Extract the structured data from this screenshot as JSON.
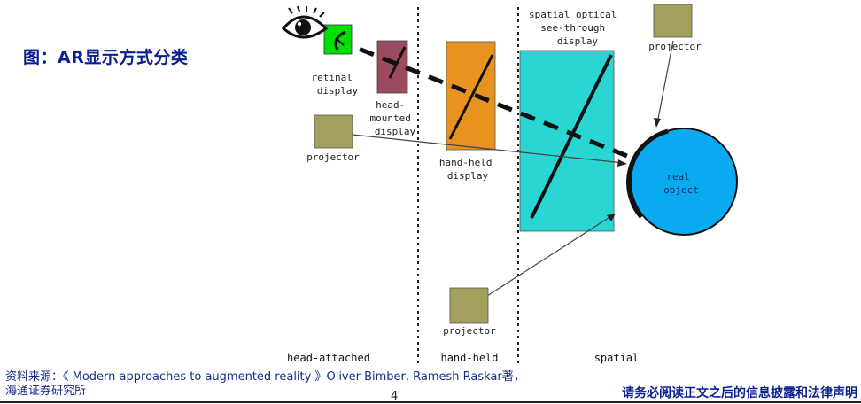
{
  "title": "图：AR显示方式分类",
  "diagram": {
    "labels": {
      "retinal_display": [
        "retinal",
        "display"
      ],
      "head_mounted_display": [
        "head-",
        "mounted",
        "display"
      ],
      "hand_held_display": [
        "hand-held",
        "display"
      ],
      "spatial_optical": [
        "spatial optical",
        "see-through",
        "display"
      ],
      "projector_top": "projector",
      "projector_left": "projector",
      "projector_bottom": "projector",
      "real_object": [
        "real",
        "object"
      ],
      "zone_head_attached": "head-attached",
      "zone_hand_held": "hand-held",
      "zone_spatial": "spatial"
    },
    "colors": {
      "retinal": "#00e000",
      "head_mounted": "#9c4a5e",
      "hand_held": "#e8921f",
      "spatial_optical": "#2ad6d3",
      "projector": "#a3a05e",
      "real_object": "#0aaaf0"
    }
  },
  "footer": {
    "source": "资料来源：《 Modern approaches to augmented reality 》Oliver Bimber, Ramesh Raskar著，",
    "source_line2": "海通证券研究所",
    "page_number": "4",
    "disclaimer": "请务必阅读正文之后的信息披露和法律声明"
  }
}
